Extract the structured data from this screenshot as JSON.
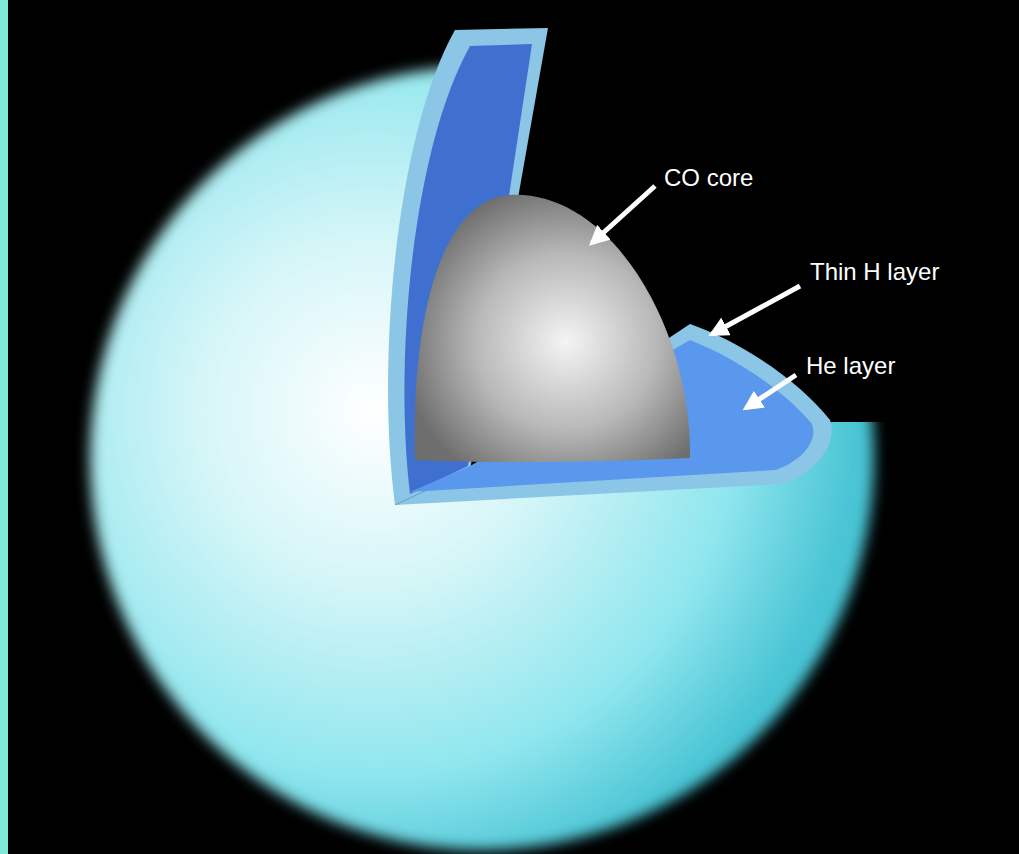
{
  "diagram": {
    "labels": [
      "CO core",
      "Thin H layer",
      "He layer"
    ]
  }
}
